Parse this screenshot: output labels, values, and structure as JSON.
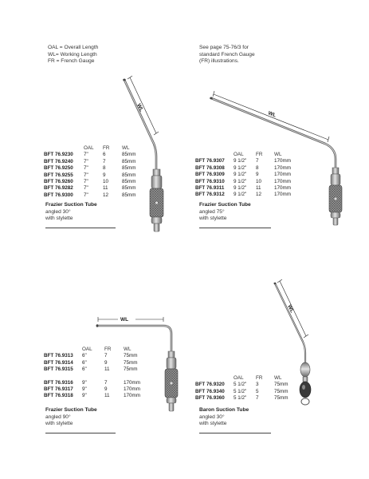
{
  "legend": {
    "lines": [
      "OAL = Overall Length",
      "WL=  Working Length",
      "FR = French Gauge"
    ]
  },
  "note": {
    "lines": [
      "See page 75-76/3 for",
      "standard French Gauge",
      "(FR) illustrations."
    ]
  },
  "wl_label": "WL",
  "products": [
    {
      "headers": [
        "OAL",
        "FR",
        "WL"
      ],
      "rows": [
        [
          "BFT 76.9230",
          "7\"",
          "6",
          "85mm"
        ],
        [
          "BFT 76.9240",
          "7\"",
          "7",
          "85mm"
        ],
        [
          "BFT 76.9250",
          "7\"",
          "8",
          "85mm"
        ],
        [
          "BFT 76.9255",
          "7\"",
          "9",
          "85mm"
        ],
        [
          "BFT 76.9260",
          "7\"",
          "10",
          "85mm"
        ],
        [
          "BFT 76.9282",
          "7\"",
          "11",
          "85mm"
        ],
        [
          "BFT 76.9300",
          "7\"",
          "12",
          "85mm"
        ]
      ],
      "name": "Frazier Suction Tube",
      "desc": [
        "angled 30°",
        "with stylette"
      ]
    },
    {
      "headers": [
        "OAL",
        "FR",
        "WL"
      ],
      "rows": [
        [
          "BFT 76.9307",
          "9 1/2\"",
          "7",
          "170mm"
        ],
        [
          "BFT 76.9308",
          "9 1/2\"",
          "8",
          "170mm"
        ],
        [
          "BFT 76.9309",
          "9 1/2\"",
          "9",
          "170mm"
        ],
        [
          "BFT 76.9310",
          "9 1/2\"",
          "10",
          "170mm"
        ],
        [
          "BFT 76.9311",
          "9 1/2\"",
          "11",
          "170mm"
        ],
        [
          "BFT 76.9312",
          "9 1/2\"",
          "12",
          "170mm"
        ]
      ],
      "name": "Frazier Suction Tube",
      "desc": [
        "angled 75°",
        "with stylette"
      ]
    },
    {
      "headers": [
        "OAL",
        "FR",
        "WL"
      ],
      "rows": [
        [
          "BFT 76.9313",
          "6\"",
          "7",
          "75mm"
        ],
        [
          "BFT 76.9314",
          "6\"",
          "9",
          "75mm"
        ],
        [
          "BFT 76.9315",
          "6\"",
          "11",
          "75mm"
        ],
        [
          "",
          "",
          "",
          ""
        ],
        [
          "BFT 76.9316",
          "9\"",
          "7",
          "170mm"
        ],
        [
          "BFT 76.9317",
          "9\"",
          "9",
          "170mm"
        ],
        [
          "BFT 76.9318",
          "9\"",
          "11",
          "170mm"
        ]
      ],
      "name": "Frazier Suction Tube",
      "desc": [
        "angled 90°",
        "with stylette"
      ]
    },
    {
      "headers": [
        "OAL",
        "FR",
        "WL"
      ],
      "rows": [
        [
          "BFT 76.9320",
          "5 1/2\"",
          "3",
          "75mm"
        ],
        [
          "BFT 76.9340",
          "5 1/2\"",
          "5",
          "75mm"
        ],
        [
          "BFT 76.9360",
          "5 1/2\"",
          "7",
          "75mm"
        ]
      ],
      "name": "Baron Suction Tube",
      "desc": [
        "angled 30°",
        "with stylette"
      ]
    }
  ]
}
